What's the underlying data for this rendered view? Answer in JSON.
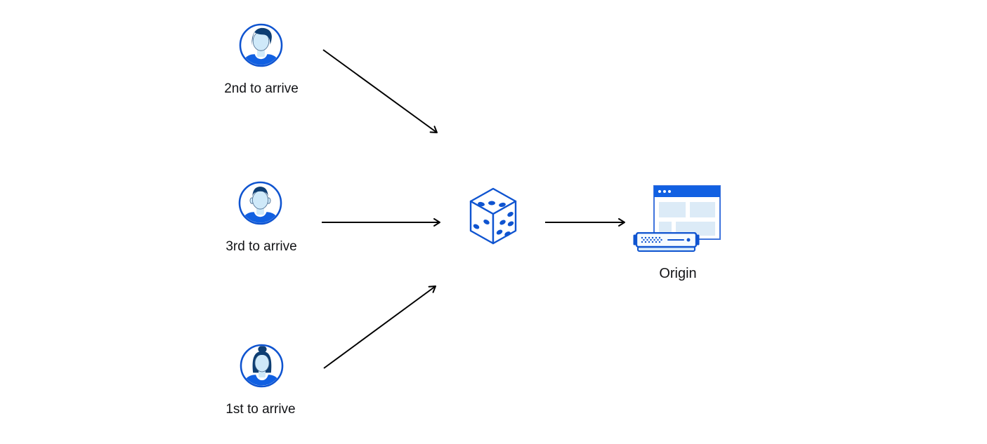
{
  "diagram": {
    "nodes": {
      "user_second": {
        "label": "2nd to arrive",
        "icon": "male-avatar-icon"
      },
      "user_third": {
        "label": "3rd to arrive",
        "icon": "male-avatar-icon"
      },
      "user_first": {
        "label": "1st to arrive",
        "icon": "female-avatar-icon"
      },
      "dice": {
        "icon": "dice-icon"
      },
      "origin": {
        "label": "Origin",
        "icon": "origin-server-icon"
      }
    },
    "arrows": [
      {
        "from": "user_second",
        "to": "dice"
      },
      {
        "from": "user_third",
        "to": "dice"
      },
      {
        "from": "user_first",
        "to": "dice"
      },
      {
        "from": "dice",
        "to": "origin"
      }
    ],
    "colors": {
      "icon_stroke": "#0f54d0",
      "icon_fill_blue": "#1160e2",
      "hair_navy": "#0e3e73",
      "face_light": "#cfe9f9",
      "panel_light": "#dcebf7",
      "window_stroke": "#3f74dd",
      "server_fill": "#f5fbff",
      "server_base": "#d8ecfa",
      "arrow_black": "#000000",
      "label_text": "#121316",
      "bg": "#ffffff"
    }
  }
}
